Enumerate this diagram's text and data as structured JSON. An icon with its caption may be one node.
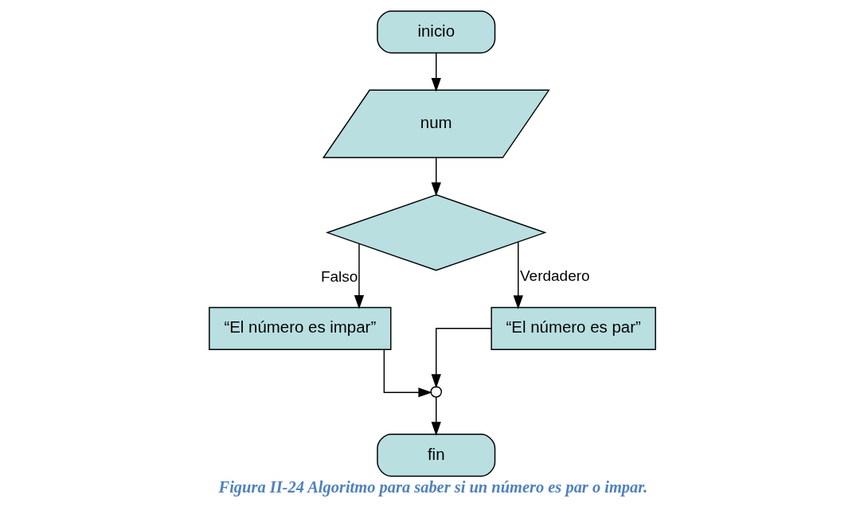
{
  "diagram": {
    "caption": "Figura II-24 Algoritmo para saber si un número es par o impar.",
    "nodes": [
      {
        "text": [
          "inicio"
        ]
      },
      {
        "text": [
          "num"
        ]
      },
      {
        "text": [],
        "shape": "diamond"
      },
      {
        "text": [
          "“El número es impar”"
        ]
      },
      {
        "text": [
          "“El número es par”"
        ]
      },
      {
        "text": [],
        "shape": "circle"
      },
      {
        "text": [
          "fin"
        ]
      }
    ],
    "edges": [
      {
        "from": 0,
        "to": 1,
        "arrow": "to"
      },
      {
        "from": 1,
        "to": 2,
        "arrow": "to"
      },
      {
        "from": 2,
        "to": 3,
        "arrow": "to",
        "label": "Falso"
      },
      {
        "from": 2,
        "to": 4,
        "arrow": "to",
        "label": "Verdadero"
      },
      {
        "from": 3,
        "to": 5,
        "arrow": "to"
      },
      {
        "from": 4,
        "to": 5,
        "arrow": "to"
      },
      {
        "from": 5,
        "to": 6,
        "arrow": "to"
      }
    ]
  }
}
